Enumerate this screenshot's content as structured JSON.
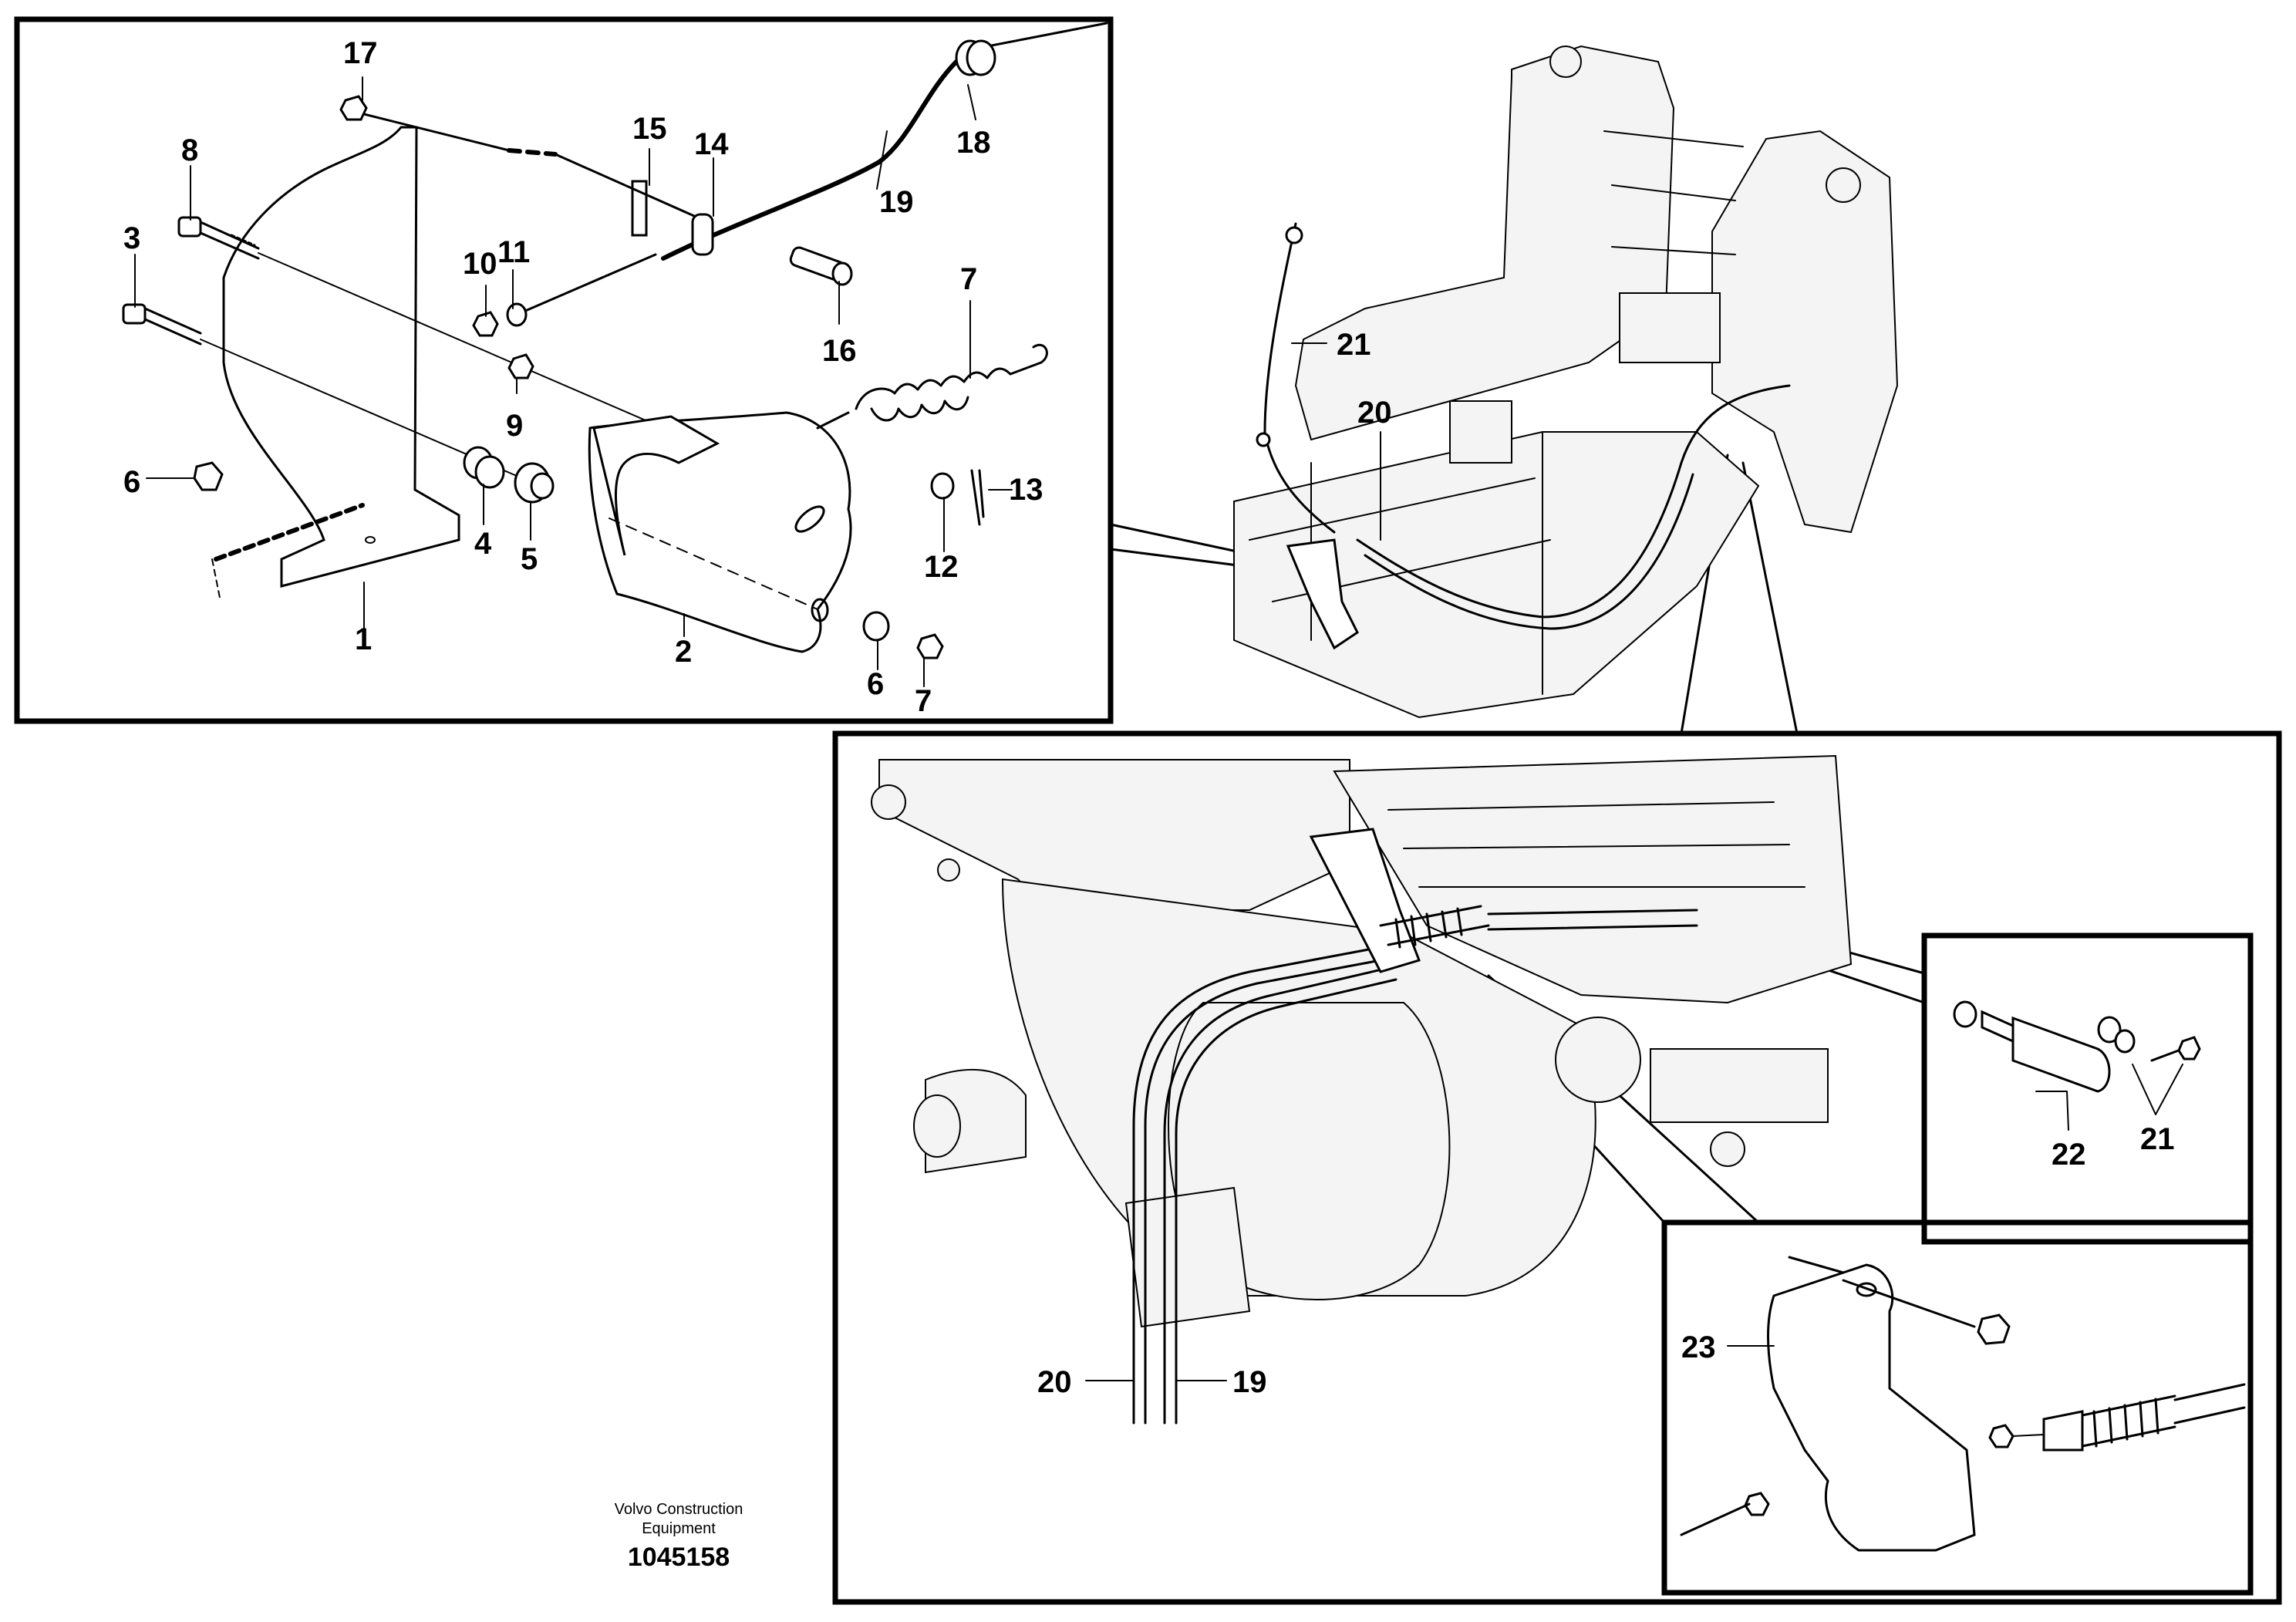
{
  "callouts": {
    "p1": "1",
    "p2": "2",
    "p3": "3",
    "p4": "4",
    "p5": "5",
    "p6a": "6",
    "p6b": "6",
    "p7a": "7",
    "p7b": "7",
    "p8": "8",
    "p9": "9",
    "p10": "10",
    "p11": "11",
    "p12": "12",
    "p13": "13",
    "p14": "14",
    "p15": "15",
    "p16": "16",
    "p17": "17",
    "p18": "18",
    "p19a": "19",
    "p19b": "19",
    "p20a": "20",
    "p20b": "20",
    "p21a": "21",
    "p21b": "21",
    "p22": "22",
    "p23": "23"
  },
  "footer": {
    "brand_line1": "Volvo Construction",
    "brand_line2": "Equipment",
    "doc_number": "1045158"
  }
}
